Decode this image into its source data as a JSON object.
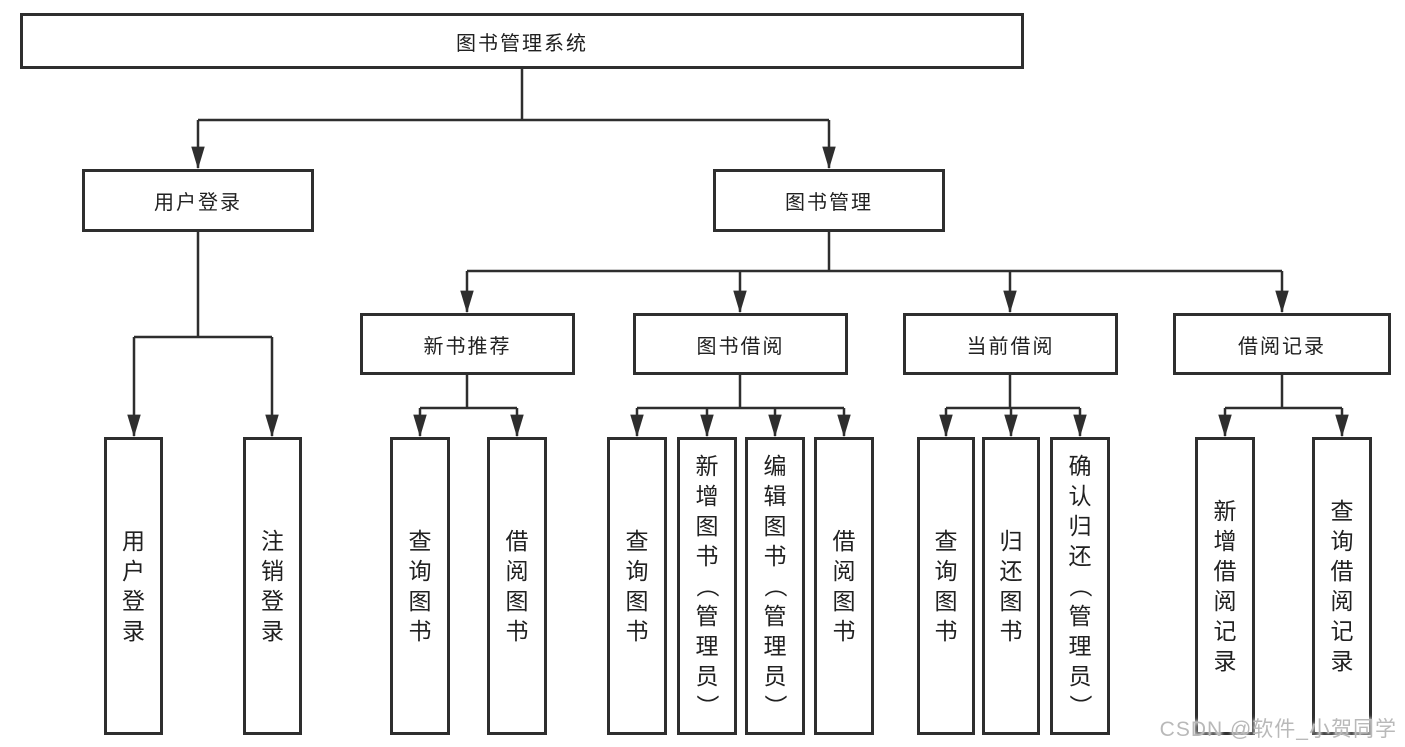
{
  "tree": {
    "label": "图书管理系统",
    "children": [
      {
        "label": "用户登录",
        "children": [
          {
            "label": "用户登录"
          },
          {
            "label": "注销登录"
          }
        ]
      },
      {
        "label": "图书管理",
        "children": [
          {
            "label": "新书推荐",
            "children": [
              {
                "label": "查询图书"
              },
              {
                "label": "借阅图书"
              }
            ]
          },
          {
            "label": "图书借阅",
            "children": [
              {
                "label": "查询图书"
              },
              {
                "label": "新增图书（管理员）"
              },
              {
                "label": "编辑图书（管理员）"
              },
              {
                "label": "借阅图书"
              }
            ]
          },
          {
            "label": "当前借阅",
            "children": [
              {
                "label": "查询图书"
              },
              {
                "label": "归还图书"
              },
              {
                "label": "确认归还（管理员）"
              }
            ]
          },
          {
            "label": "借阅记录",
            "children": [
              {
                "label": "新增借阅记录"
              },
              {
                "label": "查询借阅记录"
              }
            ]
          }
        ]
      }
    ]
  },
  "watermark": "CSDN @软件_小贺同学",
  "colors": {
    "line": "#2e2e2e",
    "text": "#212121",
    "watermark": "#b9b9b9",
    "background": "#ffffff"
  }
}
